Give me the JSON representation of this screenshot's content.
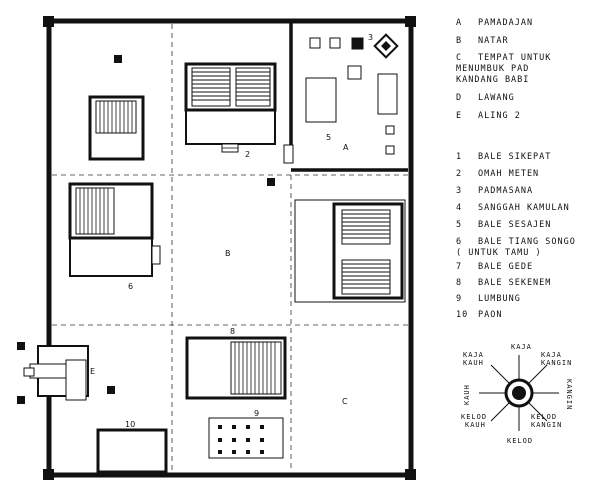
{
  "legend_letters": [
    {
      "key": "A",
      "text": "PAMADAJAN"
    },
    {
      "key": "B",
      "text": "NATAR"
    },
    {
      "key": "C",
      "text": "TEMPAT UNTUK\nMENUMBUK PAD\nKANDANG BABI"
    },
    {
      "key": "D",
      "text": "LAWANG"
    },
    {
      "key": "E",
      "text": "ALING 2"
    }
  ],
  "legend_numbers": [
    {
      "key": "1",
      "text": "BALE SIKEPAT"
    },
    {
      "key": "2",
      "text": "OMAH METEN"
    },
    {
      "key": "3",
      "text": "PADMASANA"
    },
    {
      "key": "4",
      "text": "SANGGAH KAMULAN"
    },
    {
      "key": "5",
      "text": "BALE SESAJEN"
    },
    {
      "key": "6",
      "text": "BALE TIANG SONGO\n( UNTUK TAMU )"
    },
    {
      "key": "7",
      "text": "BALE GEDE"
    },
    {
      "key": "8",
      "text": "BALE SEKENEM"
    },
    {
      "key": "9",
      "text": "LUMBUNG"
    },
    {
      "key": "10",
      "text": "PAON"
    }
  ],
  "plan_labels": {
    "A": "A",
    "B": "B",
    "C": "C",
    "E": "E",
    "n2": "2",
    "n3": "3",
    "n5": "5",
    "n6": "6",
    "n8": "8",
    "n9": "9",
    "n10": "10"
  },
  "compass": {
    "kaja": "KAJA",
    "kaja_kauh": "KAJA\nKAUH",
    "kaja_kangin": "KAJA\nKANGIN",
    "kauh": "KAUH",
    "kangin": "KANGIN",
    "kelod_kauh": "KELOD\nKAUH",
    "kelod_kangin": "KELOD\nKANGIN",
    "kelod": "KELOD"
  }
}
